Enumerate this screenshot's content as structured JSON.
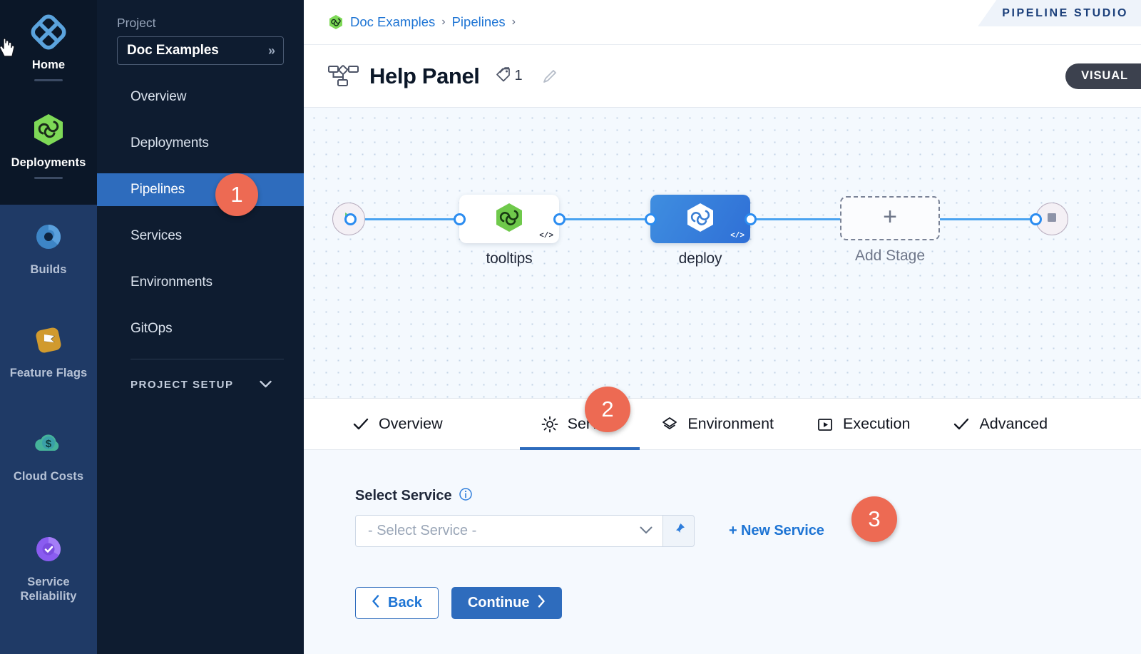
{
  "module_rail": {
    "items": [
      {
        "label": "Home",
        "icon": "home-diamond-icon",
        "active": true
      },
      {
        "label": "Deployments",
        "icon": "deployments-hexagon-icon",
        "active": true
      },
      {
        "label": "Builds",
        "icon": "builds-icon",
        "active": false
      },
      {
        "label": "Feature Flags",
        "icon": "feature-flags-icon",
        "active": false
      },
      {
        "label": "Cloud Costs",
        "icon": "cloud-costs-icon",
        "active": false
      },
      {
        "label": "Service Reliability",
        "icon": "service-reliability-icon",
        "active": false
      }
    ]
  },
  "project_nav": {
    "section_label": "Project",
    "project_name": "Doc Examples",
    "expand_icon": "double-chevron-right-icon",
    "items": [
      {
        "label": "Overview"
      },
      {
        "label": "Deployments"
      },
      {
        "label": "Pipelines"
      },
      {
        "label": "Services"
      },
      {
        "label": "Environments"
      },
      {
        "label": "GitOps"
      }
    ],
    "setup_label": "PROJECT SETUP",
    "setup_chevron": "chevron-down-icon"
  },
  "breadcrumb": {
    "icon": "project-hexagon-icon",
    "items": [
      "Doc Examples",
      "Pipelines"
    ],
    "separator": "›",
    "trailing_separator": "›"
  },
  "ribbon": {
    "label": "PIPELINE STUDIO"
  },
  "title_bar": {
    "icon": "pipeline-flow-icon",
    "title": "Help Panel",
    "tag_icon": "tag-icon",
    "tag_count": "1",
    "edit_icon": "pencil-icon",
    "mode_badge": "VISUAL"
  },
  "canvas": {
    "start_node": {
      "name": "pipeline-start-node",
      "icon": "play-icon"
    },
    "end_node": {
      "name": "pipeline-end-node",
      "icon": "stop-square-icon"
    },
    "stages": [
      {
        "label": "tooltips",
        "icon": "harness-hexagon-green-icon",
        "code_badge": "</>",
        "style": "white"
      },
      {
        "label": "deploy",
        "icon": "harness-hexagon-white-icon",
        "code_badge": "</>",
        "style": "blue"
      }
    ],
    "add_stage": {
      "label": "Add Stage",
      "icon": "plus-icon"
    }
  },
  "tabs": [
    {
      "label": "Overview",
      "icon": "check-icon",
      "active": false
    },
    {
      "label": "Service",
      "icon": "gear-icon",
      "active": true
    },
    {
      "label": "Environment",
      "icon": "layers-icon",
      "active": false
    },
    {
      "label": "Execution",
      "icon": "play-box-icon",
      "active": false
    },
    {
      "label": "Advanced",
      "icon": "check-icon",
      "active": false
    }
  ],
  "form": {
    "field_label": "Select Service",
    "info_icon": "info-icon",
    "select_value": "- Select Service -",
    "select_chevron": "chevron-down-icon",
    "pin_icon": "pin-icon",
    "new_service_label": "+ New Service",
    "back_label": "Back",
    "back_icon": "chevron-left-icon",
    "continue_label": "Continue",
    "continue_icon": "chevron-right-icon"
  },
  "step_badges": [
    {
      "number": "1"
    },
    {
      "number": "2"
    },
    {
      "number": "3"
    }
  ],
  "colors": {
    "accent_blue": "#2e6cbd",
    "link_blue": "#1d74d4",
    "badge_orange": "#ed6a53",
    "rail_dark": "#0b1728",
    "nav_dark": "#0e1c30",
    "canvas_bg": "#f4f9fe"
  }
}
